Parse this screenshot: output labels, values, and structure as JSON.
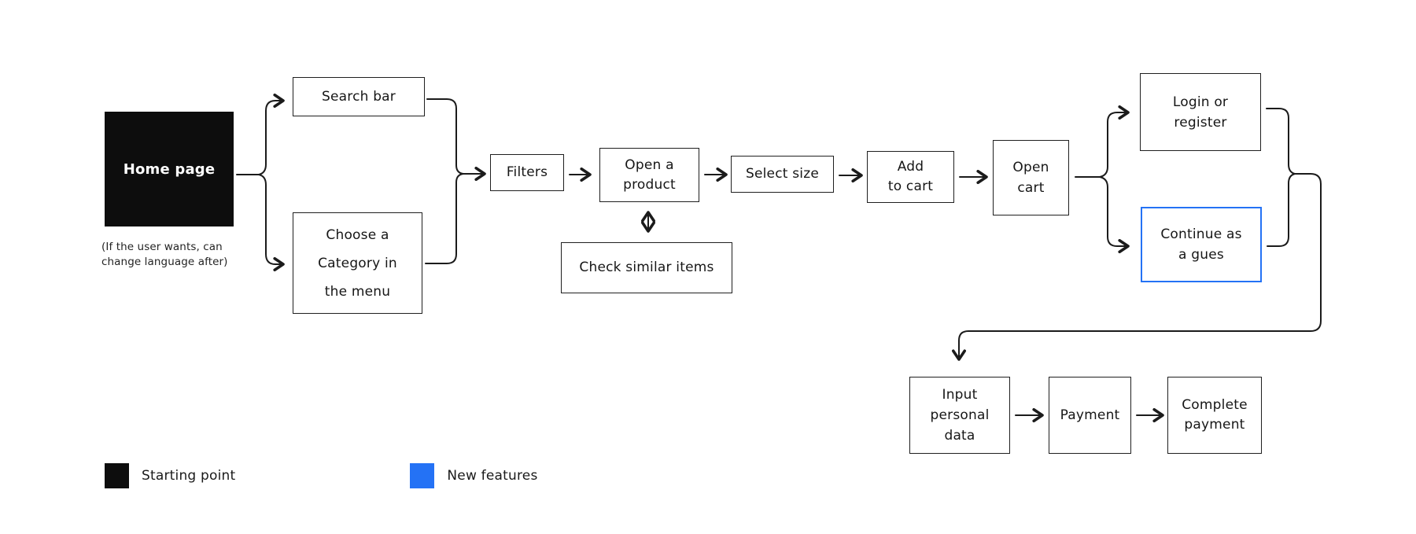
{
  "diagram": {
    "nodes": {
      "home": {
        "label": "Home page"
      },
      "search_bar": {
        "label": "Search bar"
      },
      "choose_category": {
        "line1": "Choose a",
        "line2": "Category in",
        "line3": "the menu"
      },
      "filters": {
        "label": "Filters"
      },
      "open_product": {
        "line1": "Open a",
        "line2": "product"
      },
      "check_similar": {
        "label": "Check similar items"
      },
      "select_size": {
        "label": "Select size"
      },
      "add_to_cart": {
        "line1": "Add",
        "line2": "to cart"
      },
      "open_cart": {
        "line1": "Open",
        "line2": "cart"
      },
      "login_register": {
        "line1": "Login or",
        "line2": "register"
      },
      "continue_guest": {
        "line1": "Continue as",
        "line2": "a gues"
      },
      "input_personal_data": {
        "line1": "Input",
        "line2": "personal",
        "line3": "data"
      },
      "payment": {
        "label": "Payment"
      },
      "complete_payment": {
        "line1": "Complete",
        "line2": "payment"
      }
    },
    "note": {
      "line1": "(If the user wants, can",
      "line2": "change language after)"
    },
    "legend": {
      "starting_point": "Starting point",
      "new_features": "New features"
    },
    "colors": {
      "start_fill": "#0d0d0d",
      "new_feature_blue": "#2472f5",
      "line_ink": "#1b1b1b"
    }
  }
}
